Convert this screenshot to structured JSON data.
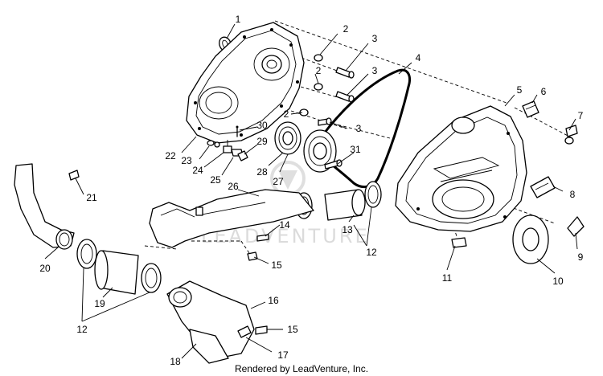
{
  "diagram": {
    "watermark": "LEADVENTURE",
    "footer": "Rendered by LeadVenture, Inc.",
    "callouts": {
      "c1": "1",
      "c2a": "2",
      "c2b": "2",
      "c2c": "2",
      "c3a": "3",
      "c3b": "3",
      "c3c": "3",
      "c4": "4",
      "c5": "5",
      "c6": "6",
      "c7": "7",
      "c8": "8",
      "c9": "9",
      "c10": "10",
      "c11": "11",
      "c12a": "12",
      "c12b": "12",
      "c13": "13",
      "c14": "14",
      "c15a": "15",
      "c15b": "15",
      "c16": "16",
      "c17": "17",
      "c18": "18",
      "c19": "19",
      "c20": "20",
      "c21": "21",
      "c22": "22",
      "c23": "23",
      "c24": "24",
      "c25": "25",
      "c26": "26",
      "c27": "27",
      "c28": "28",
      "c29": "29",
      "c30": "30",
      "c31": "31"
    }
  }
}
